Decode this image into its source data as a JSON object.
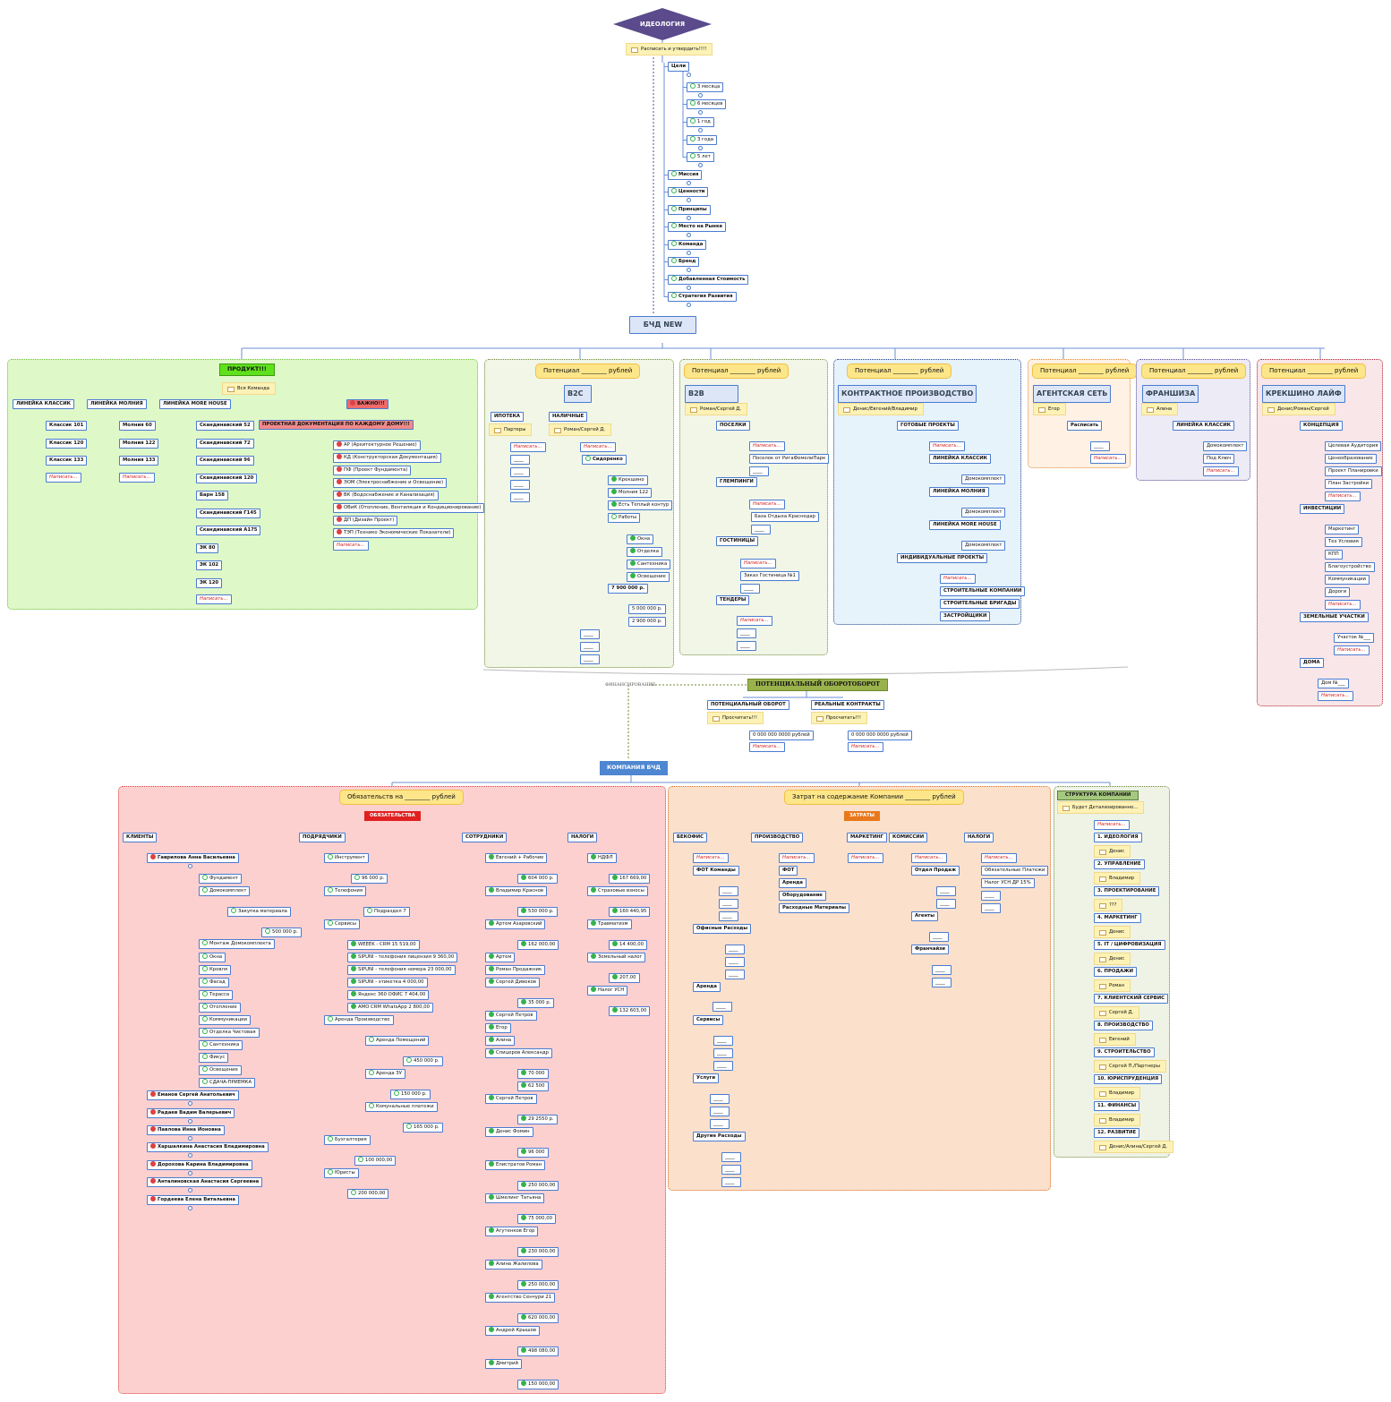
{
  "top": {
    "title": "ИДЕОЛОГИЯ",
    "note": "Расписать и утвердить!!!!"
  },
  "ideology": [
    "Цели",
    "3 месяца",
    "6 месяцев",
    "1 год",
    "3 года",
    "5 лет",
    "Миссия",
    "Ценности",
    "Принципы",
    "Место на Рынке",
    "Команда",
    "Бренд",
    "Добавленная Стоимость",
    "Стратегия Развития"
  ],
  "center": "БЧД NEW",
  "potential": "Потенциал ________ рублей",
  "write": "Написать...",
  "blank": "____",
  "product": {
    "title": "ПРОДУКТ!!!",
    "note": "Вся Команда",
    "important": "ВАЖНО!!!",
    "docs": "ПРОЕКТНАЯ ДОКУМЕНТАЦИЯ ПО КАЖДОМУ ДОМУ!!!",
    "lines": [
      "ЛИНЕЙКА КЛАССИК",
      "ЛИНЕЙКА МОЛНИЯ",
      "ЛИНЕЙКА MORE HOUSE"
    ],
    "classic": [
      "Классик 101",
      "Классик 120",
      "Классик 133"
    ],
    "molnia": [
      "Молния 60",
      "Молния 122",
      "Молния 133"
    ],
    "more": [
      "Скандинавский 52",
      "Скандинавский 72",
      "Скандинавский 96",
      "Скандинавский 120",
      "Барн 158",
      "Скандинавский Г145",
      "Скандинавский А175",
      "ЭК 80",
      "ЭК 102",
      "ЭК 120"
    ],
    "docsList": [
      "АР (Архитектурное Решение)",
      "КД (Конструкторская Документация)",
      "ПФ (Проект Фундамента)",
      "ЭОМ (Электроснабжение и Освещение)",
      "ВК (Водоснабжение и Канализация)",
      "ОВиК (Отопление, Вентиляция и Кондиционирование)",
      "ДП (Дизайн Проект)",
      "ТЭП (Технико Экономические Показатели)"
    ]
  },
  "b2c": {
    "title": "В2С",
    "ipoteka": "ИПОТЕКА",
    "partners": "Партеры",
    "cash": "НАЛИЧНЫЕ",
    "cashNote": "Роман/Сергей Д.",
    "sid": "Сидоренко",
    "sidItems": [
      "Крекшино",
      "Молния 122",
      "Есть Теплый контур",
      "Работы"
    ],
    "works": [
      "Окна",
      "Отделка",
      "Сантехника",
      "Освещение"
    ],
    "total": "7 900 000 р.",
    "t1": "5 000 000 р.",
    "t2": "2 900 000 р."
  },
  "b2b": {
    "title": "В2В",
    "note": "Роман/Сергей Д.",
    "groups": [
      "ПОСЕЛКИ",
      "ГЛЕМПИНГИ",
      "ГОСТИНИЦЫ",
      "ТЕНДЕРЫ"
    ],
    "poselok": "Поселок от РигаФемелиПарк",
    "baza": "База Отдыха Краснодар",
    "zakaz": "Заказ Гостиница №1"
  },
  "contract": {
    "title": "КОНТРАКТНОЕ ПРОИЗВОДСТВО",
    "note": "Денис/Евгений/Владимир",
    "ready": "ГОТОВЫЕ ПРОЕКТЫ",
    "lines": [
      "ЛИНЕЙКА КЛАССИК",
      "ЛИНЕЙКА МОЛНИЯ",
      "ЛИНЕЙКА MORE HOUSE"
    ],
    "dk": "Домокомплект",
    "indiv": "ИНДИВИДУАЛЬНЫЕ ПРОЕКТЫ",
    "indivItems": [
      "СТРОИТЕЛЬНЫЕ КОМПАНИИ",
      "СТРОИТЕЛЬНЫЕ БРИГАДЫ",
      "ЗАСТРОЙЩИКИ"
    ]
  },
  "agent": {
    "title": "АГЕНТСКАЯ СЕТЬ",
    "note": "Егор",
    "item": "Расписать"
  },
  "fran": {
    "title": "ФРАНШИЗА",
    "note": "Алина",
    "line": "ЛИНЕЙКА КЛАССИК",
    "items": [
      "Домокомплект",
      "Под Ключ"
    ]
  },
  "kresh": {
    "title": "КРЕКШИНО ЛАЙФ",
    "note": "Денис/Роман/Сергей",
    "concept": "КОНЦЕПЦИЯ",
    "conceptItems": [
      "Целевая Аудитория",
      "Ценообразование",
      "Проект Планировки",
      "План Застройки"
    ],
    "invest": "ИНВЕСТИЦИИ",
    "investItems": [
      "Маркетинг",
      "Тех Условия",
      "КПП",
      "Благоустройство",
      "Коммуникации",
      "Дороги"
    ],
    "land": "ЗЕМЕЛЬНЫЕ УЧАСТКИ",
    "landItem": "Участок №___",
    "houses": "ДОМА",
    "houseItem": "Дом №___"
  },
  "turn": {
    "title": "ПОТЕНЦИАЛЬНЫЙ ОБОРОТОБОРОТ",
    "fin": "ФИНАНСИРОВАНИЕ",
    "pot": "ПОТЕНЦИАЛЬНЫЙ ОБОРОТ",
    "real": "РЕАЛЬНЫЕ КОНТРАКТЫ",
    "calc": "Просчитать!!!",
    "sum": "0 000 000 0000  рублей"
  },
  "company": "КОМПАНИЯ БЧД",
  "obl": {
    "bubble": "Обязательств на  ________ рублей",
    "chip": "ОБЯЗАТЕЛЬСТВА",
    "cols": [
      "КЛИЕНТЫ",
      "ПОДРЯДЧИКИ",
      "СОТРУДНИКИ",
      "НАЛОГИ"
    ],
    "clients": [
      "Гаврилова Анна Васильевна",
      "Еманов Сергей Анатольевич",
      "Радаев Вадим Валерьевич",
      "Павлова Инна Ионовна",
      "Харшалкина Анастасия Владимировна",
      "Дорохова Карина Владимировна",
      "Анталиновская Анастасия Сергеевна",
      "Гордеева Елена Витальевна"
    ],
    "gav": [
      "Фундамент",
      "Домокомплект",
      "Закупка материала",
      "500 000 р.",
      "Монтаж Домокомплекта",
      "Окна",
      "Кровля",
      "Фасад",
      "Терасса",
      "Отопление",
      "Коммуникации",
      "Отделка Чистовая",
      "Сантехника",
      "Фикус",
      "Освещение",
      "СДАЧА-ПРИЕМКА"
    ],
    "contr": [
      "Инструмент",
      "96 000 р.",
      "Телефония",
      "Подраздел 7",
      "Сервисы",
      "WEEEK - CRM        15 519,00",
      "SIPUNI - телефония лицензия          9 360,00",
      "SIPUNI - телефония номера   23 000,00",
      "SIPUNI - этикетка 4 000,00",
      "Яндекс 360 ОФИС          7 404,00",
      "AMO CRM WhatsApp      2 800,00",
      "Аренда Производство",
      "Аренда Помещений",
      "450 000 р.",
      "Аренда ЗУ",
      "150 000 р.",
      "Комунальные платежи",
      "165 000 р.",
      "Бухгалтерия",
      "100 000,00",
      "Юристы",
      "200 000,00"
    ],
    "staff": [
      "Евгений + Рабочие",
      "604 000 р.",
      "Владимир Краснов",
      "530 000 р.",
      "Артем Азаровский",
      "162 000,00",
      "Артем",
      "Роман Продажник",
      "Сергей Дивеков",
      "35 000 р.",
      "Сергей Петров",
      "Егор",
      "Алина",
      "Спицеров Александр",
      "70 000",
      "62 500",
      "Сергей Петров",
      "29 2550 р.",
      "Денис Фомин",
      "96 000",
      "Елистратов Роман",
      "250 000,00",
      "Шмелинг Татьяна",
      "75 000,00",
      "Агутенков Егор",
      "230 000,00",
      "Алина Жалилова",
      "250 000,00",
      "Агентство Сенчури 21",
      "620 000,00",
      "Андрей Крышов",
      "498 080,00",
      "Дмитрий",
      "150 000,00"
    ],
    "tax": [
      "НДФЛ",
      "167 669,00",
      "Страховые взносы",
      "160 440,95",
      "Травматизм",
      "14 400,00",
      "Земельный налог",
      "207,00",
      "Налог УСН",
      "132 603,00"
    ]
  },
  "cost": {
    "bubble": "Затрат на содержание  Компании ________ рублей",
    "chip": "ЗАТРАТЫ",
    "cols": [
      "БЕКОФИС",
      "ПРОИЗВОДСТВО",
      "МАРКЕТИНГ",
      "КОМИССИИ",
      "НАЛОГИ"
    ],
    "back": [
      "ФОТ Команды",
      "Офисные Расходы",
      "Аренда",
      "Сервисы",
      "Услуги",
      "Другие Расходы"
    ],
    "prod": [
      "ФОТ",
      "Аренда",
      "Оборудование",
      "Расходные Материалы"
    ],
    "com": [
      "Отдел Продаж",
      "Агенты",
      "Франчайзи"
    ],
    "tax": [
      "Обязательные Платежи",
      "Налог УСН ДР 15%"
    ]
  },
  "struct": {
    "title": "СТРУКТУРА КОМПАНИИ",
    "note": "Будет Детализированно...",
    "items": [
      "1. ИДЕОЛОГИЯ",
      "Денис",
      "2. УПРАВЛЕНИЕ",
      "Владимир",
      "3. ПРОЕКТИРОВАНИЕ",
      "???",
      "4. МАРКЕТИНГ",
      "Денис",
      "5. IT / ЦИФРОВИЗАЦИЯ",
      "Денис",
      "6. ПРОДАЖИ",
      "Роман",
      "7. КЛИЕНТСКИЙ СЕРВИС",
      "Сергей Д.",
      "8. ПРОИЗВОДСТВО",
      "Евгений",
      "9. СТРОИТЕЛЬСТВО",
      "Сергей П./Партнеры",
      "10. ЮРИСПРУДЕНЦИЯ",
      "Владимир",
      "11. ФИНАНСЫ",
      "Владимир",
      "12. РАЗВИТИЕ",
      "Денис/Алина/Сергей Д."
    ]
  },
  "colors": {
    "node": "#4a7bd0",
    "diamond": "#5b4a8c",
    "green": "#dff8c8",
    "pink": "#fdd0d0",
    "peach": "#fbe0cc",
    "company": "#4e86d1"
  }
}
